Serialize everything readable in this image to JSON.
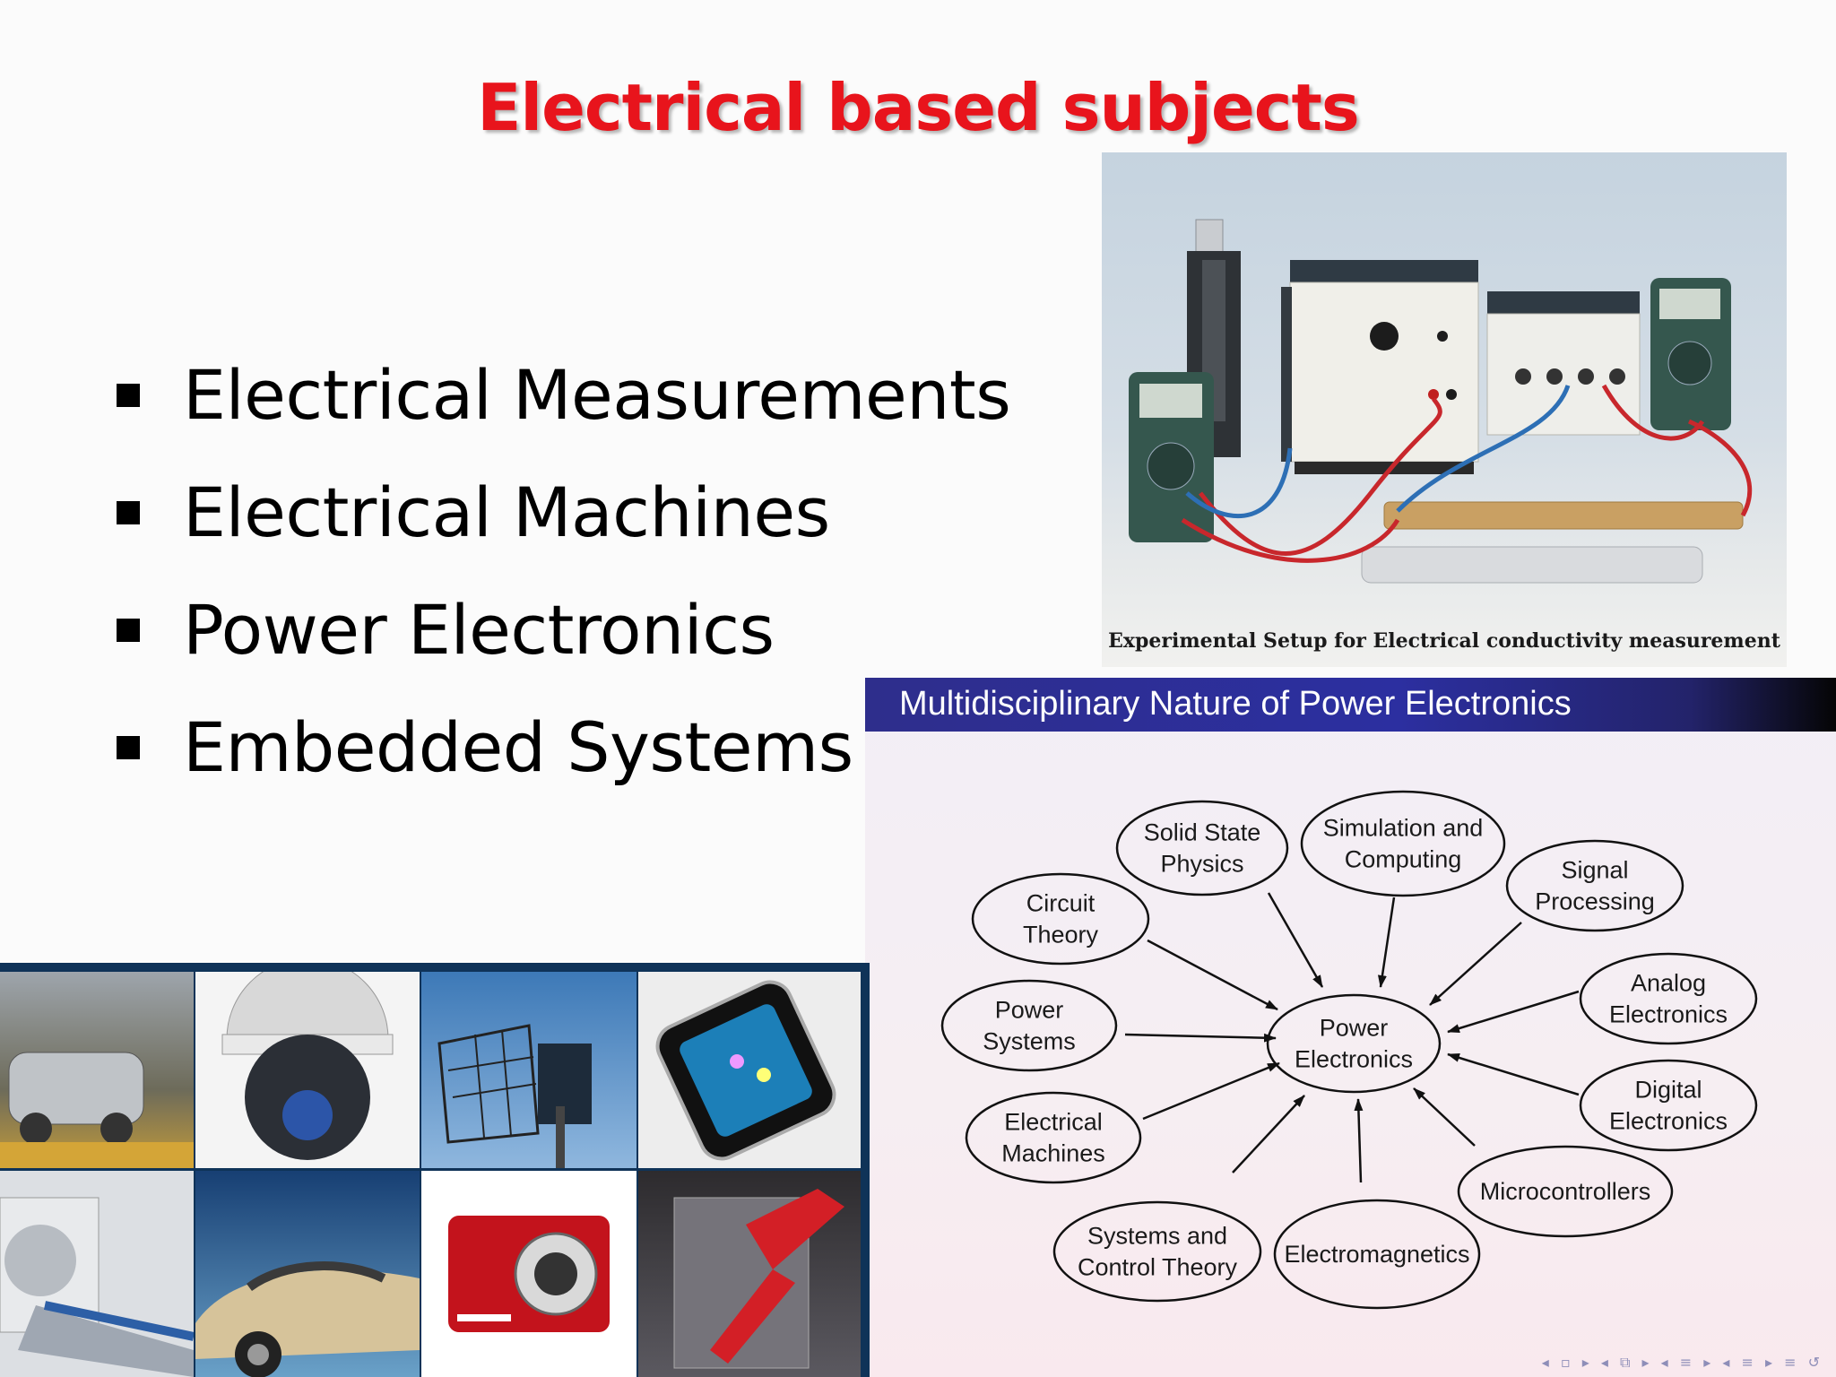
{
  "slide": {
    "title": "Electrical based subjects",
    "bullets": [
      "Electrical Measurements",
      "Electrical Machines",
      "Power Electronics",
      "Embedded Systems"
    ]
  },
  "lab_photo": {
    "caption": "Experimental Setup for Electrical conductivity measurement"
  },
  "diagram": {
    "title": "Multidisciplinary Nature of Power Electronics",
    "center": [
      "Power",
      "Electronics"
    ],
    "nodes": [
      {
        "id": "solid-state-physics",
        "lines": [
          "Solid State",
          "Physics"
        ]
      },
      {
        "id": "simulation-computing",
        "lines": [
          "Simulation and",
          "Computing"
        ]
      },
      {
        "id": "circuit-theory",
        "lines": [
          "Circuit",
          "Theory"
        ]
      },
      {
        "id": "signal-processing",
        "lines": [
          "Signal",
          "Processing"
        ]
      },
      {
        "id": "analog-electronics",
        "lines": [
          "Analog",
          "Electronics"
        ]
      },
      {
        "id": "power-systems",
        "lines": [
          "Power",
          "Systems"
        ]
      },
      {
        "id": "digital-electronics",
        "lines": [
          "Digital",
          "Electronics"
        ]
      },
      {
        "id": "electrical-machines",
        "lines": [
          "Electrical",
          "Machines"
        ]
      },
      {
        "id": "microcontrollers",
        "lines": [
          "Microcontrollers"
        ]
      },
      {
        "id": "systems-control-theory",
        "lines": [
          "Systems and",
          "Control Theory"
        ]
      },
      {
        "id": "electromagnetics",
        "lines": [
          "Electromagnetics"
        ]
      }
    ]
  },
  "collage": {
    "tiles": [
      "car-factory",
      "dome-camera",
      "radar-antenna",
      "smartphone",
      "mri-scanner",
      "sports-car",
      "digital-camera",
      "industrial-robot"
    ]
  },
  "colors": {
    "title": "#e8141c",
    "diagram_header": "#2c2fa0",
    "collage_border": "#0f3358"
  }
}
